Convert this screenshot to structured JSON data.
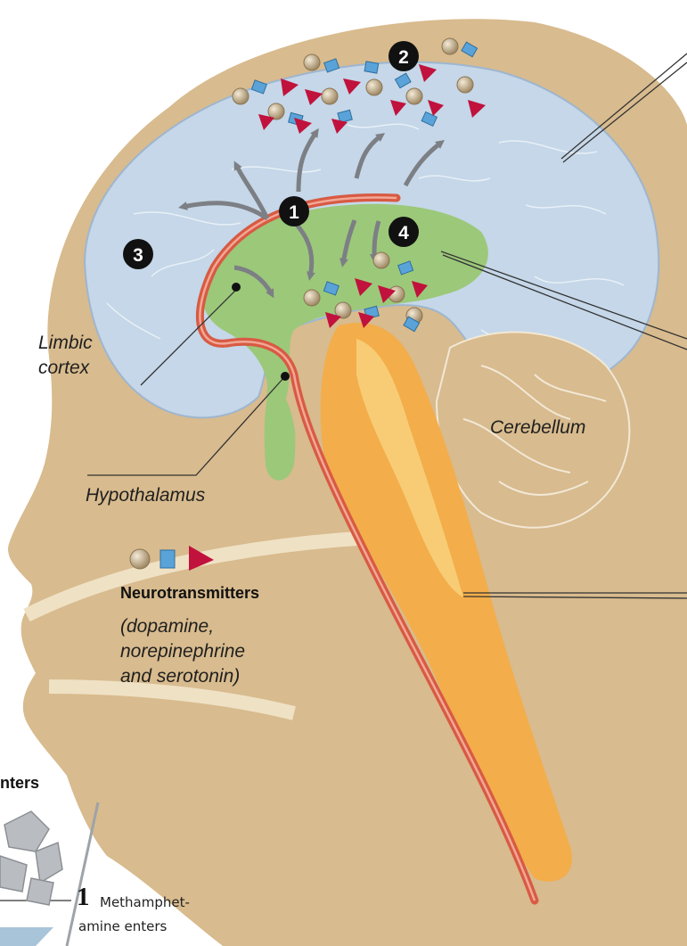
{
  "diagram": {
    "labels": {
      "limbic_cortex_line1": "Limbic",
      "limbic_cortex_line2": "cortex",
      "hypothalamus": "Hypothalamus",
      "cerebellum": "Cerebellum",
      "neurotransmitters_title": "Neurotransmitters",
      "neurotransmitters_line1": "(dopamine,",
      "neurotransmitters_line2": "norepinephrine",
      "neurotransmitters_line3": "and serotonin)",
      "cutoff_heading": "nters",
      "step1_number": "1",
      "step1_text_line1": "Methamphet-",
      "step1_text_line2": "amine enters"
    },
    "markers": [
      "1",
      "2",
      "3",
      "4"
    ]
  },
  "colors": {
    "skin": "#d8bb8e",
    "brain": "#c5d7e8",
    "limbic": "#9cc87a",
    "brainstem": "#f3ad4a",
    "artery": "#d85a43",
    "neuro_red": "#c0123c",
    "neuro_blue": "#5aa3d8",
    "neuro_tan": "#c2a97d"
  }
}
